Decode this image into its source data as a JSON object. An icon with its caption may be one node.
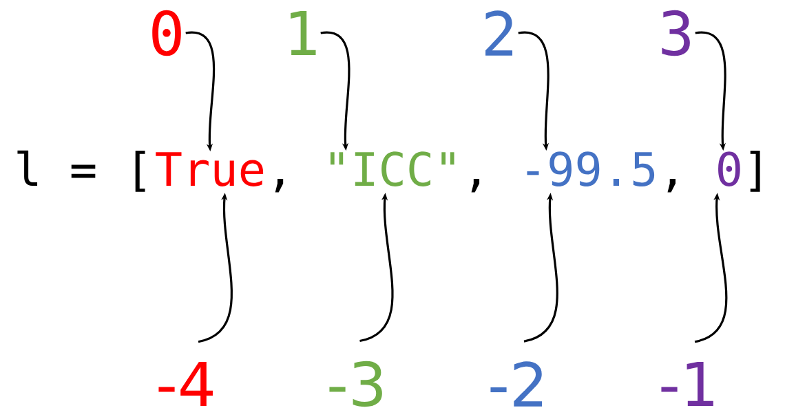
{
  "diagram": {
    "nodes": [
      {
        "text": [
          "0"
        ]
      },
      {
        "text": [
          "1"
        ]
      },
      {
        "text": [
          "2"
        ]
      },
      {
        "text": [
          "3"
        ]
      },
      {
        "text": [
          "True"
        ]
      },
      {
        "text": [
          "\"ICC\""
        ]
      },
      {
        "text": [
          "-99.5"
        ]
      },
      {
        "text": [
          "0"
        ]
      },
      {
        "text": [
          "-4"
        ]
      },
      {
        "text": [
          "-3"
        ]
      },
      {
        "text": [
          "-2"
        ]
      },
      {
        "text": [
          "-1"
        ]
      }
    ],
    "edges": [
      {
        "from": 0,
        "to": 4,
        "arrow": "to"
      },
      {
        "from": 1,
        "to": 5,
        "arrow": "to"
      },
      {
        "from": 2,
        "to": 6,
        "arrow": "to"
      },
      {
        "from": 3,
        "to": 7,
        "arrow": "to"
      },
      {
        "from": 8,
        "to": 4,
        "arrow": "to"
      },
      {
        "from": 9,
        "to": 5,
        "arrow": "to"
      },
      {
        "from": 10,
        "to": 6,
        "arrow": "to"
      },
      {
        "from": 11,
        "to": 7,
        "arrow": "to"
      }
    ],
    "labels": [
      "l = [",
      ",",
      ",",
      ",",
      "]"
    ]
  }
}
